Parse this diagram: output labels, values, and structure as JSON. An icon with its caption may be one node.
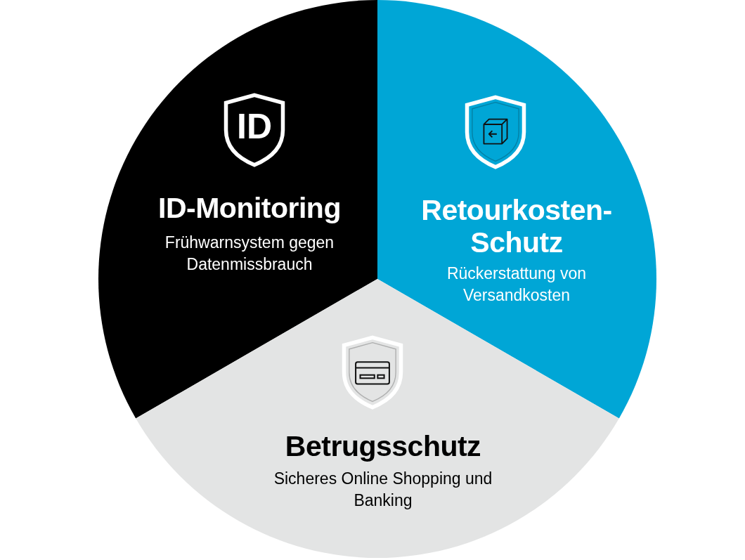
{
  "diagram": {
    "nodes": [
      {
        "text": [
          "ID-Monitoring",
          "Frühwarnsystem gegen Datenmissbrauch"
        ]
      },
      {
        "text": [
          "Retourkosten-Schutz",
          "Rückerstattung von Versandkosten"
        ]
      },
      {
        "text": [
          "Betrugsschutz",
          "Sicheres Online Shopping und Banking"
        ]
      }
    ],
    "labels": [
      "ID"
    ]
  }
}
